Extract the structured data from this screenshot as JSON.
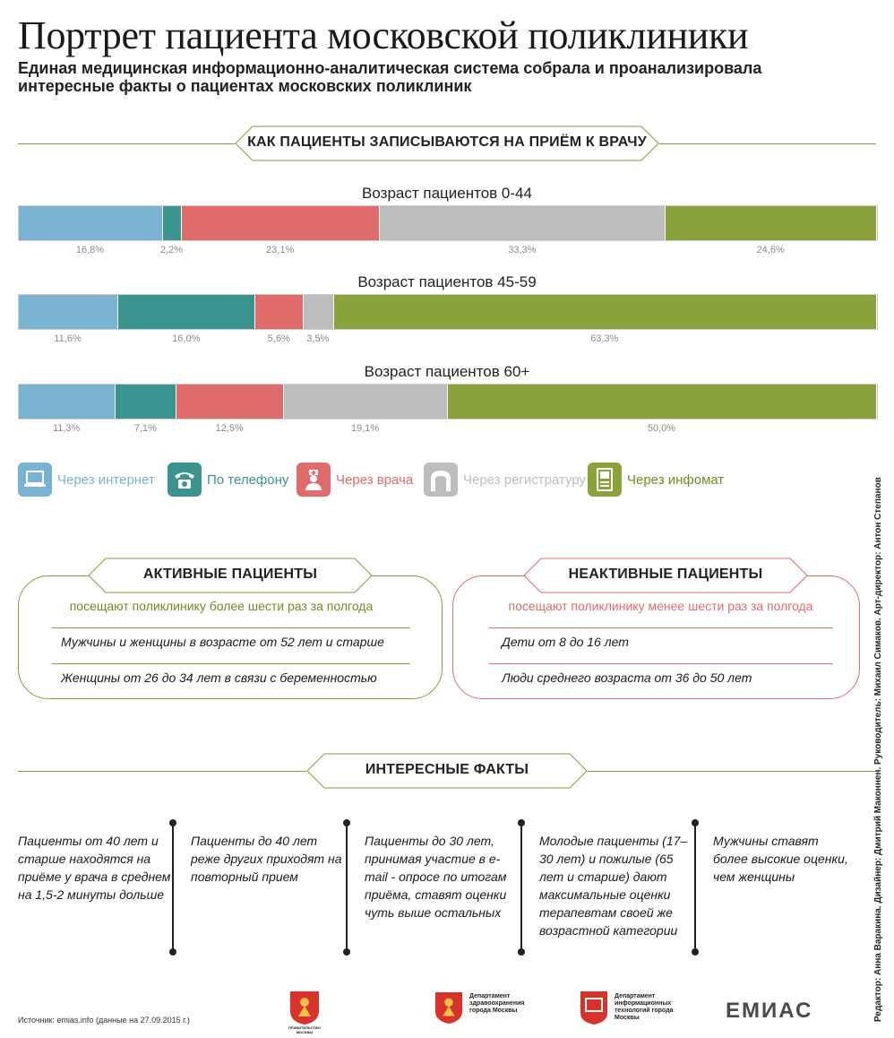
{
  "header": {
    "title": "Портрет пациента московской поликлиники",
    "subtitle": "Единая медицинская информационно-аналитическая система собрала и проанализировала интересные факты о пациентах московских поликлиник"
  },
  "section_booking": {
    "title": "КАК ПАЦИЕНТЫ ЗАПИСЫВАЮТСЯ НА ПРИЁМ К ВРАЧУ"
  },
  "colors": {
    "internet": "#7ab3d1",
    "phone": "#3a938c",
    "doctor": "#e06b6b",
    "registry": "#bdbdbd",
    "infomat": "#8aa23c",
    "accent_green": "#8a9a3b",
    "accent_red": "#e06b6b"
  },
  "chart_data": {
    "type": "bar",
    "stacked": true,
    "orientation": "horizontal",
    "unit": "%",
    "categories": [
      "Возраст пациентов 0-44",
      "Возраст пациентов 45-59",
      "Возраст пациентов 60+"
    ],
    "series": [
      {
        "name": "Через интернет",
        "values": [
          16.8,
          11.6,
          11.3
        ],
        "labels": [
          "16,8%",
          "11,6%",
          "11,3%"
        ]
      },
      {
        "name": "По телефону",
        "values": [
          2.2,
          16.0,
          7.1
        ],
        "labels": [
          "2,2%",
          "16,0%",
          "7,1%"
        ]
      },
      {
        "name": "Через врача",
        "values": [
          23.1,
          5.6,
          12.5
        ],
        "labels": [
          "23,1%",
          "5,6%",
          "12,5%"
        ]
      },
      {
        "name": "Через регистратуру",
        "values": [
          33.3,
          3.5,
          19.1
        ],
        "labels": [
          "33,3%",
          "3,5%",
          "19,1%"
        ]
      },
      {
        "name": "Через инфомат",
        "values": [
          24.6,
          63.3,
          50.0
        ],
        "labels": [
          "24,6%",
          "63,3%",
          "50,0%"
        ]
      }
    ],
    "legend": "bottom"
  },
  "legend": {
    "items": [
      {
        "label": "Через интернет",
        "icon": "laptop-icon"
      },
      {
        "label": "По телефону",
        "icon": "phone-icon"
      },
      {
        "label": "Через врача",
        "icon": "doctor-icon"
      },
      {
        "label": "Через регистратуру",
        "icon": "registry-icon"
      },
      {
        "label": "Через инфомат",
        "icon": "infomat-icon"
      }
    ]
  },
  "active": {
    "title": "АКТИВНЫЕ ПАЦИЕНТЫ",
    "desc": "посещают поликлинику более шести раз за полгода",
    "rows": [
      "Мужчины и женщины в возрасте от 52 лет и старше",
      "Женщины от 26 до 34 лет в связи с беременностью"
    ]
  },
  "inactive": {
    "title": "НЕАКТИВНЫЕ ПАЦИЕНТЫ",
    "desc": "посещают поликлинику менее шести раз за полгода",
    "rows": [
      "Дети от 8 до 16 лет",
      "Люди среднего возраста от 36 до 50 лет"
    ]
  },
  "facts": {
    "title": "ИНТЕРЕСНЫЕ ФАКТЫ",
    "items": [
      "Пациенты от 40 лет и старше находятся на приёме у врача в среднем на 1,5-2 минуты дольше",
      "Пациенты до 40 лет реже других приходят на повторный прием",
      "Пациенты до 30 лет, принимая участие в e-mail - опросе по итогам приёма, ставят оценки чуть выше остальных",
      "Молодые пациенты (17–30 лет) и пожилые (65 лет и старше) дают максимальные оценки терапевтам своей же возрастной категории",
      "Мужчины ставят более высокие оценки, чем женщины"
    ]
  },
  "footer": {
    "source": "Источник: emias.info (данные на 27.09.2015 г.)",
    "credits": "Редактор: Анна Варакина. Дизайнер: Дмитрий Маконнен. Руководитель: Михаил Симаков. Арт-директор: Антон Степанов",
    "logo1": "ПРАВИТЕЛЬСТВО МОСКВЫ",
    "logo2": "Департамент здравоохранения города Москвы",
    "logo3": "Департамент информационных технологий города Москвы",
    "logo4": "ЕМИАС"
  }
}
